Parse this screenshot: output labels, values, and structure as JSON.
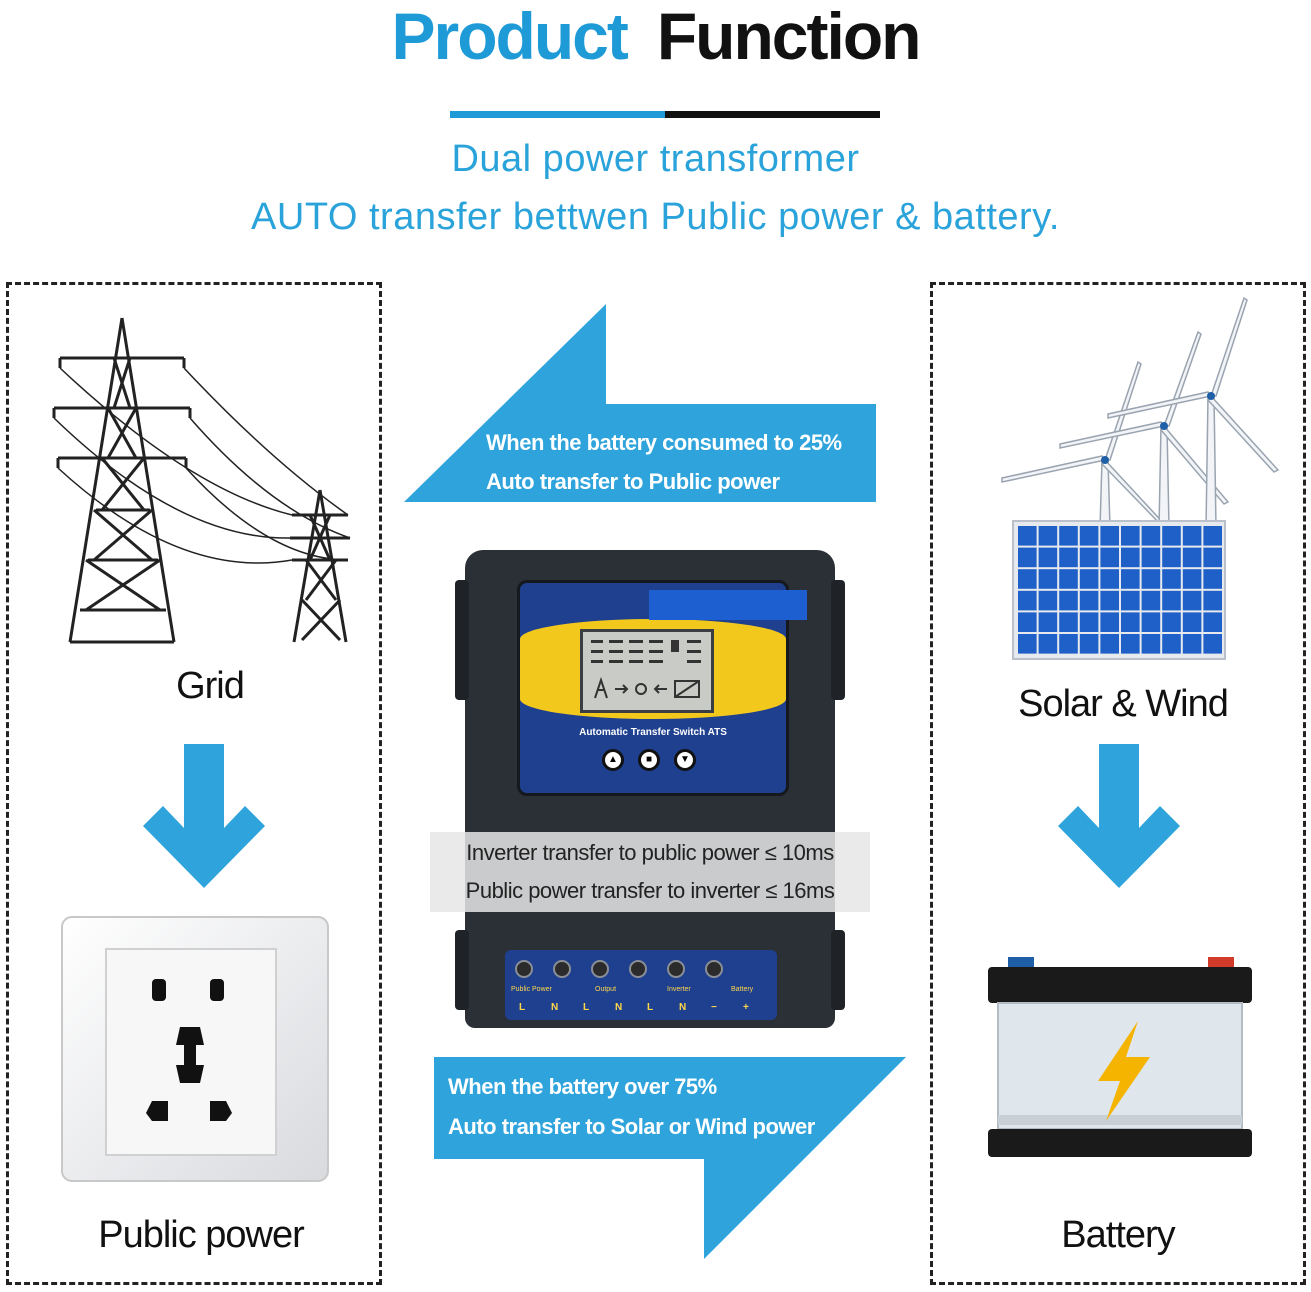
{
  "header": {
    "title_part1": "Product",
    "title_part2": "Function",
    "subtitle1": "Dual power transformer",
    "subtitle2": "AUTO transfer bettwen  Public power & battery."
  },
  "left_panel": {
    "top_label": "Grid",
    "bottom_label": "Public power"
  },
  "right_panel": {
    "top_label": "Solar & Wind",
    "bottom_label": "Battery"
  },
  "top_arrow": {
    "line1": "When the battery consumed to 25%",
    "line2": "Auto transfer to Public power"
  },
  "bottom_arrow": {
    "line1": "When the battery over 75%",
    "line2": "Auto transfer to Solar or Wind power"
  },
  "device": {
    "name": "Automatic Transfer Switch  ATS",
    "spec1": "Inverter transfer to public power ≤ 10ms",
    "spec2": "Public power transfer to inverter ≤ 16ms",
    "terminal_groups": [
      "Public Power",
      "Output",
      "Inverter",
      "Battery"
    ],
    "terminal_letters": [
      "L",
      "N",
      "L",
      "N",
      "L",
      "N",
      "−",
      "+"
    ]
  },
  "colors": {
    "accent_blue": "#1e9ad6",
    "arrow_blue": "#2ea3dc",
    "device_yellow": "#f2c81c",
    "device_blue": "#1f3f8f"
  }
}
